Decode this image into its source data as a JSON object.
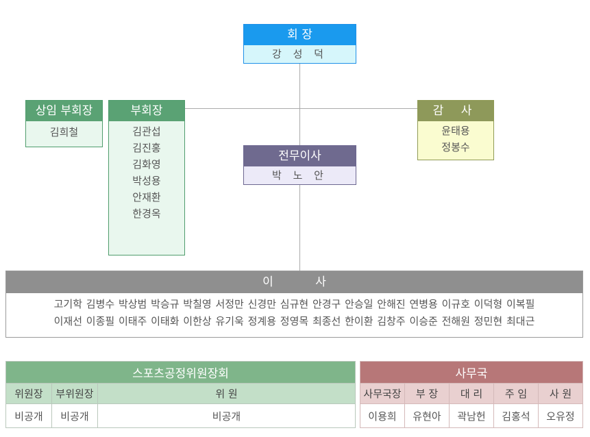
{
  "president": {
    "title": "회 장",
    "name": "강 성 덕"
  },
  "standing_vice": {
    "title": "상임 부회장",
    "name": "김희철"
  },
  "vice_presidents": {
    "title": "부회장",
    "names": [
      "김관섭",
      "김진홍",
      "김화영",
      "박성용",
      "안재환",
      "한경옥"
    ]
  },
  "auditors": {
    "title": "감 사",
    "names": [
      "윤태용",
      "정봉수"
    ]
  },
  "executive": {
    "title": "전무이사",
    "name": "박 노 안"
  },
  "board": {
    "title": "이 사",
    "row1": "고기학 김병수 박상범 박승규 박칠영 서정만 신경만 심규현 안경구 안승일 안해진 연병용 이규호 이덕형 이복필",
    "row2": "이재선 이종필 이태주 이태화 이한상 유기욱 정계용 정영목 최종선 한이환 김창주 이승준 전해원 정민현 최대근"
  },
  "sports_committee": {
    "title": "스포츠공정위원장회",
    "headers": [
      "위원장",
      "부위원장",
      "위 원"
    ],
    "values": [
      "비공개",
      "비공개",
      "비공개"
    ]
  },
  "secretariat": {
    "title": "사무국",
    "headers": [
      "사무국장",
      "부 장",
      "대 리",
      "주 임",
      "사 원"
    ],
    "values": [
      "이용희",
      "유현아",
      "곽남헌",
      "김홍석",
      "오유정"
    ]
  }
}
